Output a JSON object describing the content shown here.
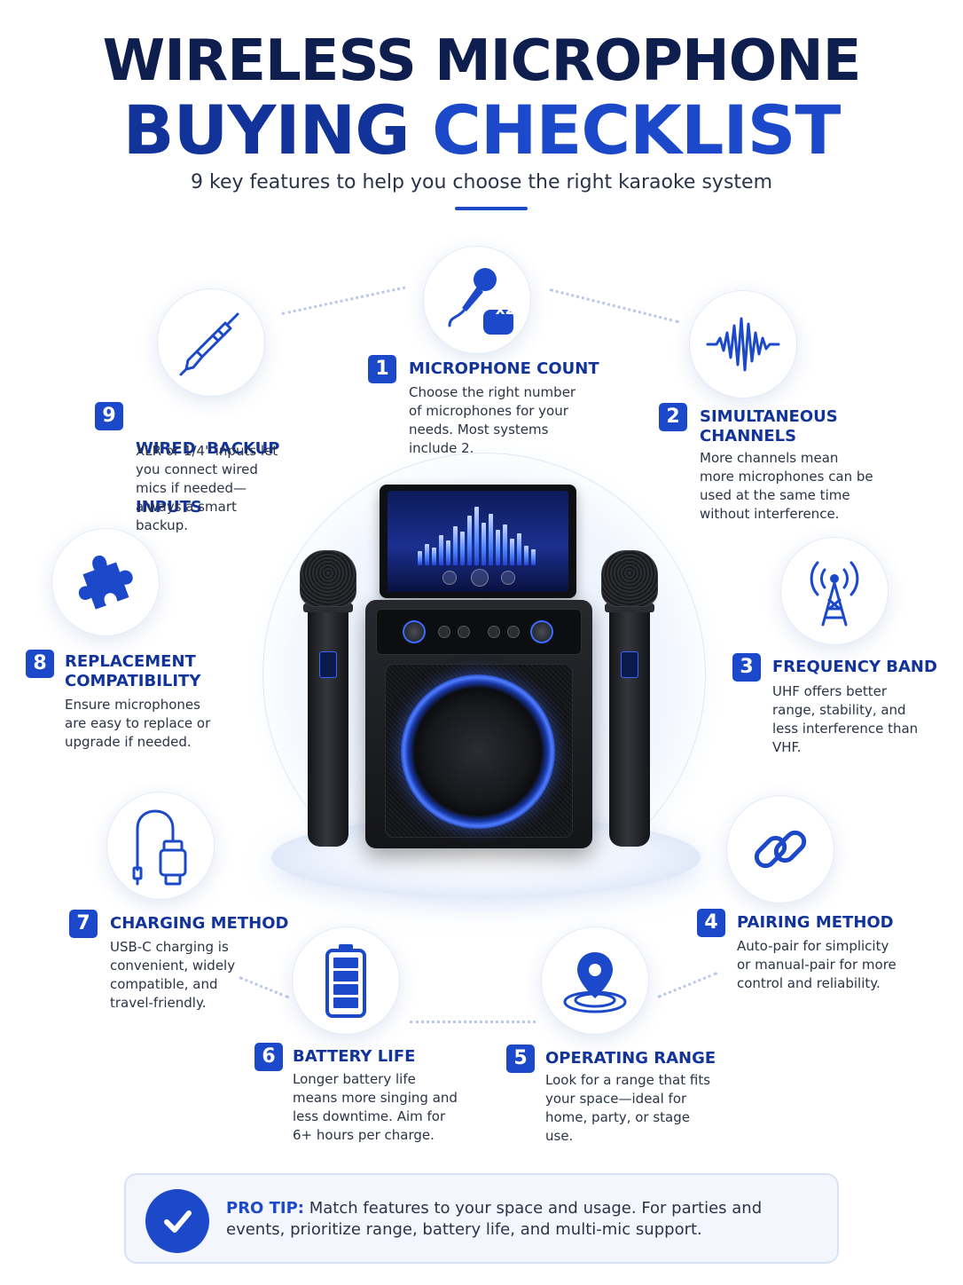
{
  "header": {
    "title_line1": "WIRELESS MICROPHONE",
    "title_line2a": "BUYING",
    "title_line2b": "CHECKLIST",
    "subtitle": "9 key features to help you choose the right karaoke system"
  },
  "features": [
    {
      "number": "1",
      "title": "MICROPHONE COUNT",
      "description": "Choose the right number of microphones for your needs. Most systems include 2.",
      "icon": "microphone-x2-icon",
      "icon_label": "x2"
    },
    {
      "number": "2",
      "title_line1": "SIMULTANEOUS",
      "title_line2": "CHANNELS",
      "description": "More channels mean more microphones can be used at the same time without interference.",
      "icon": "sound-wave-icon"
    },
    {
      "number": "3",
      "title": "FREQUENCY BAND",
      "description": "UHF offers better range, stability, and less interference than VHF.",
      "icon": "radio-tower-icon"
    },
    {
      "number": "4",
      "title": "PAIRING METHOD",
      "description": "Auto-pair for simplicity or manual-pair for more control and reliability.",
      "icon": "chain-link-icon"
    },
    {
      "number": "5",
      "title": "OPERATING RANGE",
      "description": "Look for a range that fits your space—ideal for home, party, or stage use.",
      "icon": "location-pin-icon"
    },
    {
      "number": "6",
      "title": "BATTERY LIFE",
      "description": "Longer battery life means more singing and less downtime. Aim for 6+ hours per charge.",
      "icon": "battery-icon"
    },
    {
      "number": "7",
      "title": "CHARGING METHOD",
      "description": "USB-C charging is convenient, widely compatible, and travel-friendly.",
      "icon": "usb-cable-icon"
    },
    {
      "number": "8",
      "title_line1": "REPLACEMENT",
      "title_line2": "COMPATIBILITY",
      "description": "Ensure microphones are easy to replace or upgrade if needed.",
      "icon": "puzzle-piece-icon"
    },
    {
      "number": "9",
      "title_line1": "WIRED  BACKUP",
      "title_line2": "INPUTS",
      "description": "XLR or 1/4\" inputs let you connect wired mics if needed—always a smart backup.",
      "icon": "audio-jack-icon"
    }
  ],
  "pro_tip": {
    "label": "PRO TIP:",
    "text": "Match features to your space and usage. For parties and events, prioritize range, battery life, and multi-mic support."
  },
  "colors": {
    "navy": "#0e1f4f",
    "brand_blue": "#1b49c9",
    "dark_blue": "#12339a",
    "text": "#2b3345"
  }
}
